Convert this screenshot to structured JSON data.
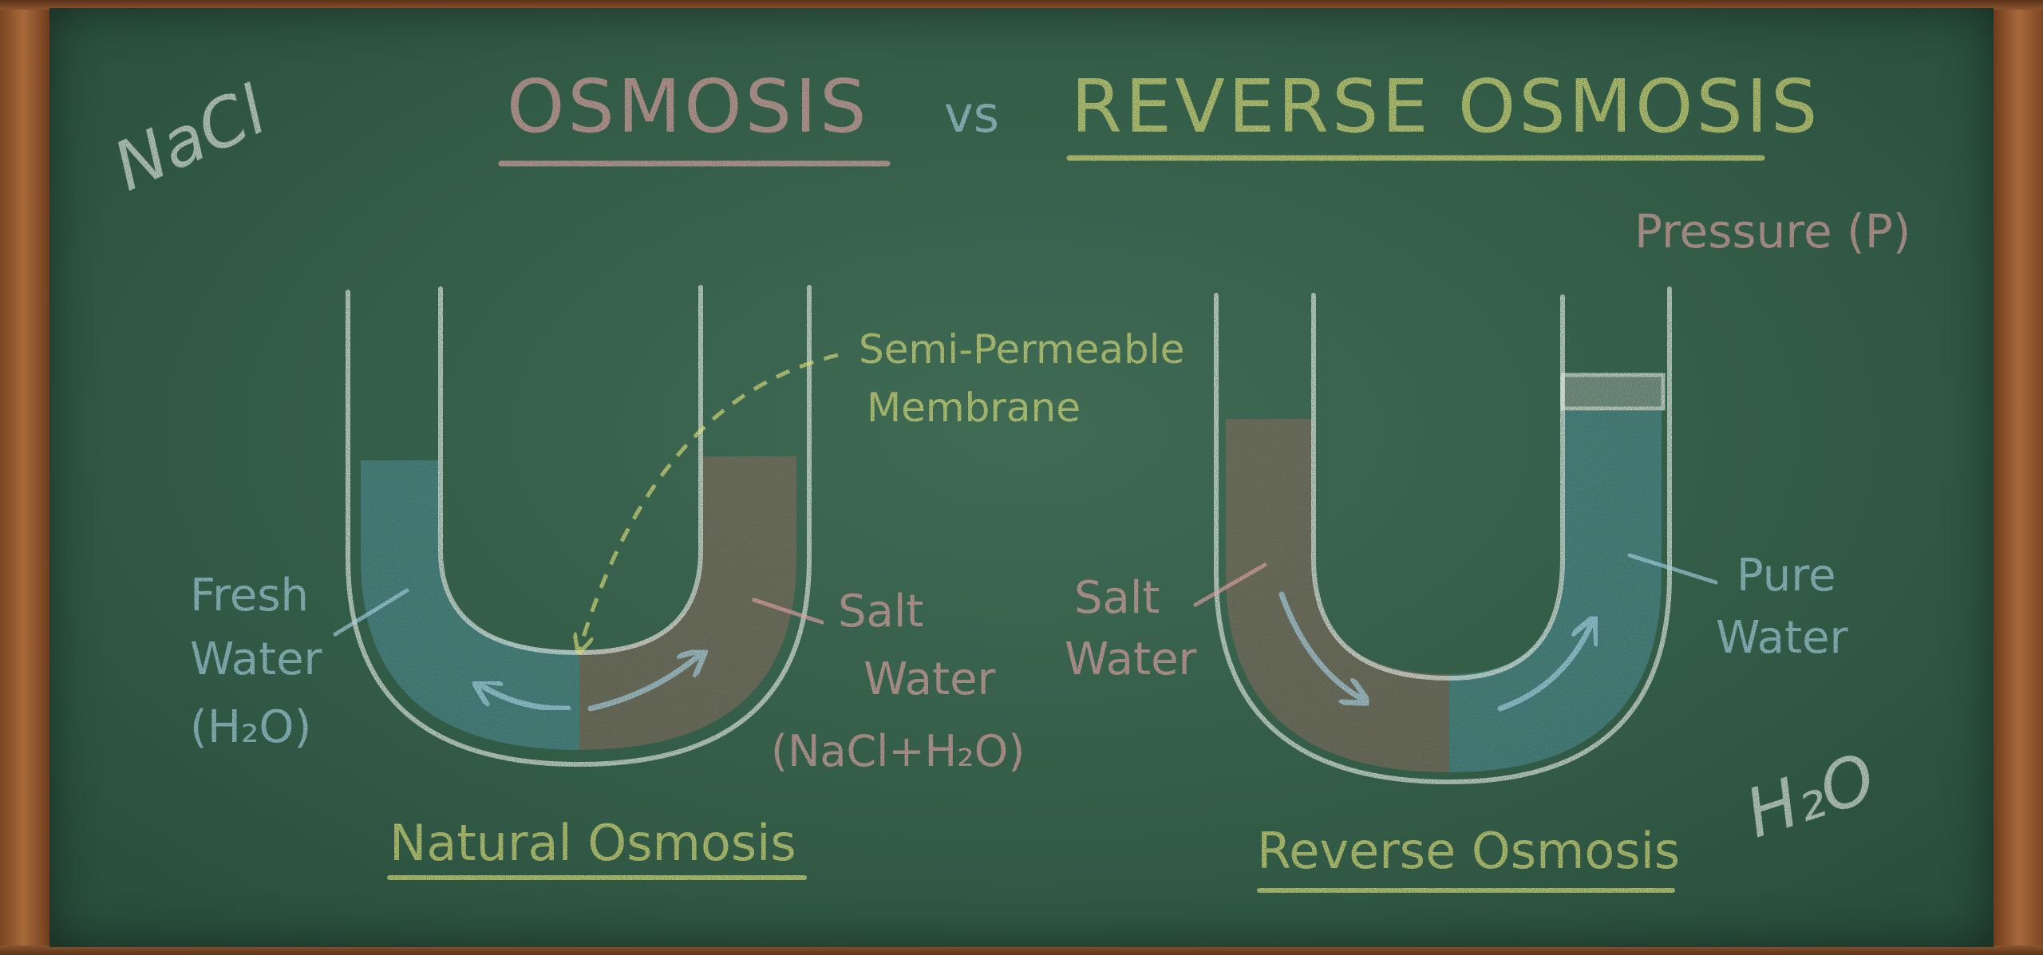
{
  "title": {
    "part1": "OSMOSIS",
    "vs": "vs",
    "part2": "REVERSE OSMOSIS"
  },
  "corner_notes": {
    "top_left": "NaCl",
    "bottom_right": "H₂O"
  },
  "natural": {
    "caption": "Natural Osmosis",
    "fresh_label": [
      "Fresh",
      "Water",
      "(H₂O)"
    ],
    "salt_label": [
      "Salt",
      "Water",
      "(NaCl+H₂O)"
    ],
    "membrane_label": [
      "Semi-Permeable",
      "Membrane"
    ]
  },
  "reverse": {
    "caption": "Reverse Osmosis",
    "pressure_label": "Pressure (P)",
    "salt_label": [
      "Salt",
      "Water"
    ],
    "pure_label": [
      "Pure",
      "Water"
    ]
  },
  "colors": {
    "chalk_white": "#e8ece6",
    "chalk_pink": "#e7a3a6",
    "chalk_yellow": "#e3e27a",
    "chalk_blue": "#a9d3e6",
    "water_fresh": "#4f8f9a",
    "water_salt": "#8e6a5f"
  }
}
